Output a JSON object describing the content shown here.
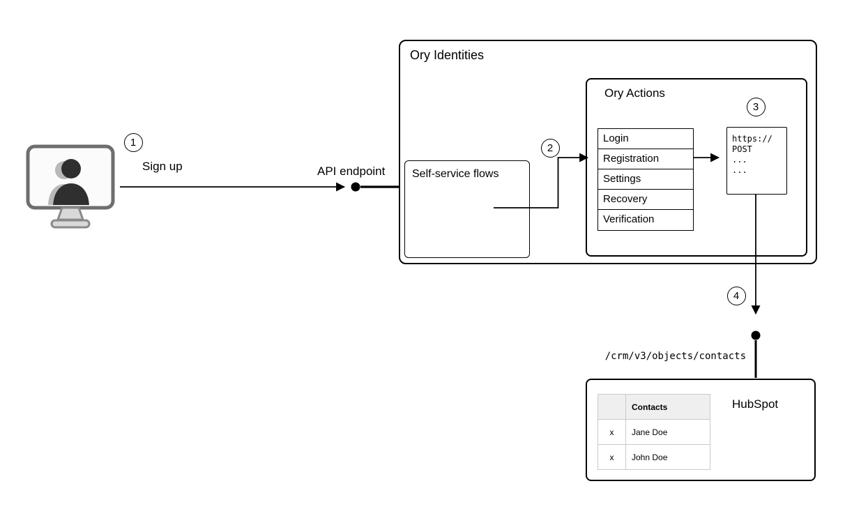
{
  "diagram": {
    "badges": [
      "1",
      "2",
      "3",
      "4"
    ],
    "labels": {
      "sign_up": "Sign up",
      "api_endpoint": "API endpoint",
      "crm_path": "/crm/v3/objects/contacts"
    },
    "ory_identities": {
      "title": "Ory Identities",
      "self_service": {
        "title": "Self-service flows"
      },
      "ory_actions": {
        "title": "Ory Actions",
        "flows": [
          "Login",
          "Registration",
          "Settings",
          "Recovery",
          "Verification"
        ],
        "code": {
          "lines": [
            "https://",
            "POST",
            "...",
            "..."
          ]
        }
      }
    },
    "hubspot": {
      "title": "HubSpot",
      "table": {
        "header": "Contacts",
        "rows": [
          {
            "check": "x",
            "name": "Jane Doe"
          },
          {
            "check": "x",
            "name": "John Doe"
          }
        ]
      }
    }
  }
}
